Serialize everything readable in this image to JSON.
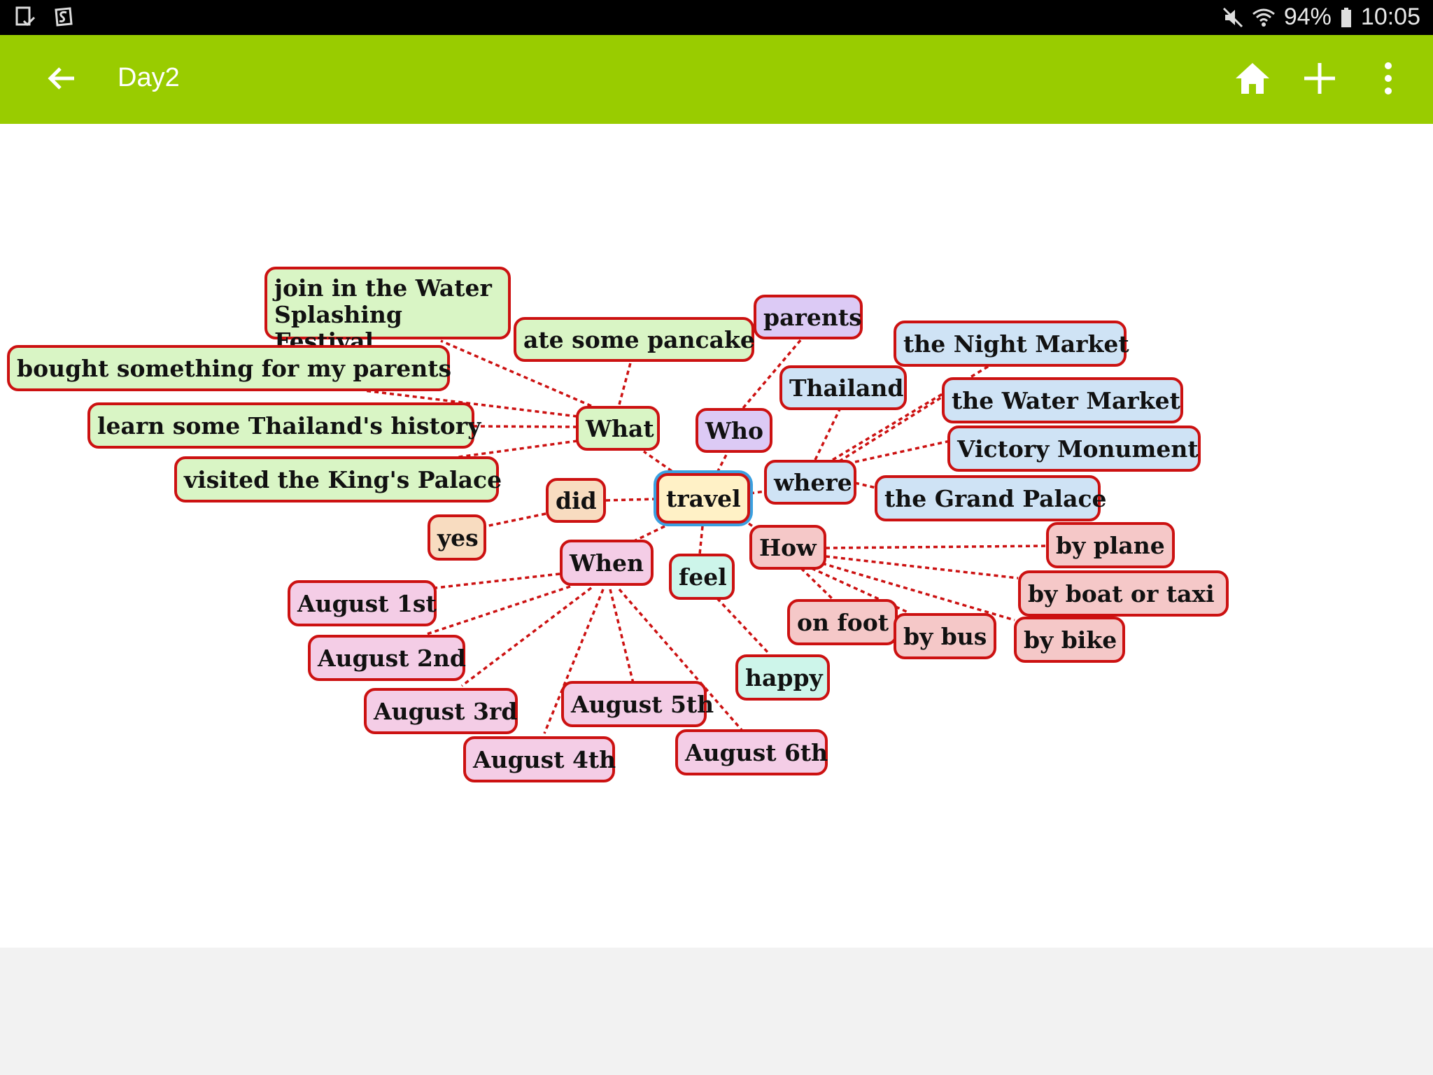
{
  "status_bar": {
    "battery": "94%",
    "time": "10:05"
  },
  "toolbar": {
    "title": "Day2",
    "icons": [
      "back-arrow-icon",
      "home-icon",
      "plus-icon",
      "more-vert-icon"
    ]
  },
  "mindmap": {
    "root": "travel",
    "nodes": {
      "travel": "travel",
      "what": "What",
      "join_water": "join in the Water Splashing Festival",
      "ate_pancake": "ate some pancake",
      "bought": "bought something for my parents",
      "learn": "learn some Thailand's history",
      "visited": "visited the King's Palace",
      "who": "Who",
      "parents": "parents",
      "where": "where",
      "thailand": "Thailand",
      "night_market": "the Night Market",
      "water_market": "the Water Market",
      "victory": "Victory Monument",
      "grand_palace": "the Grand Palace",
      "did": "did",
      "yes": "yes",
      "when": "When",
      "aug1": "August 1st",
      "aug2": "August 2nd",
      "aug3": "August 3rd",
      "aug4": "August 4th",
      "aug5": "August 5th",
      "aug6": "August 6th",
      "feel": "feel",
      "happy": "happy",
      "how": "How",
      "by_plane": "by plane",
      "by_boat": "by boat or taxi",
      "on_foot": "on foot",
      "by_bus": "by bus",
      "by_bike": "by bike"
    },
    "colors": {
      "what": "#d9f5c5",
      "who": "#dccaf5",
      "where": "#cfe3f5",
      "did": "#f8dcc0",
      "when": "#f4cde6",
      "how": "#f5c8c8",
      "feel": "#cdf5ea",
      "root": "#fff1c6",
      "border": "#cc1111",
      "link": "#cc1111",
      "toolbar": "#99cc00"
    }
  }
}
